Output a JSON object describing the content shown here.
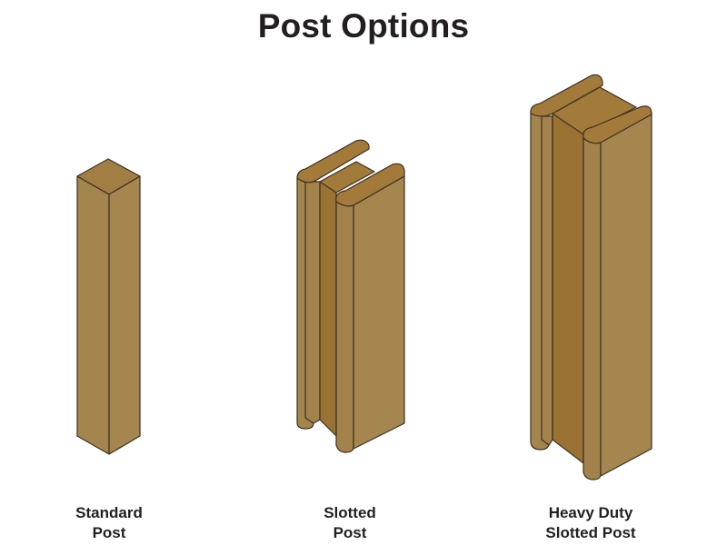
{
  "title": "Post Options",
  "colors": {
    "face_light": "#A6864F",
    "face_mid": "#A0803F",
    "web_dark": "#9A7233",
    "cap": "#A37A3A",
    "outline": "#3b3122",
    "text": "#231f20"
  },
  "posts": [
    {
      "id": "standard",
      "label_lines": [
        "Standard",
        "Post"
      ]
    },
    {
      "id": "slotted",
      "label_lines": [
        "Slotted",
        "Post"
      ]
    },
    {
      "id": "heavy-duty-slotted",
      "label_lines": [
        "Heavy Duty",
        "Slotted Post"
      ]
    }
  ]
}
